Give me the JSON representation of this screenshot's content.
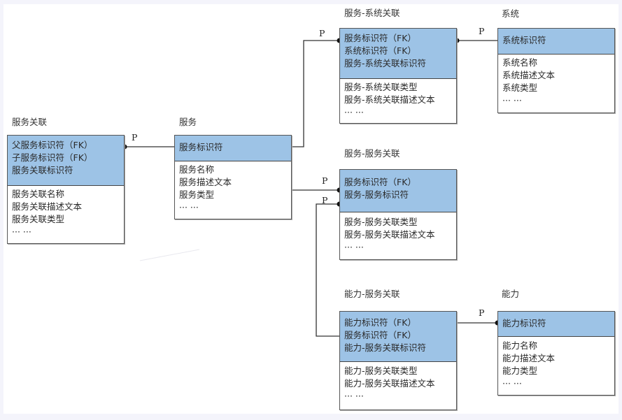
{
  "diagram": {
    "relationship_label": "P",
    "colors": {
      "key_header": "#9dc3e6",
      "border": "#555555",
      "line": "#333333"
    },
    "entities": [
      {
        "id": "service-association",
        "title": "服务关联",
        "keys": [
          "父服务标识符（FK）",
          "子服务标识符（FK）",
          "服务关联标识符"
        ],
        "attributes": [
          "服务关联名称",
          "服务关联描述文本",
          "服务关联类型",
          "··· ···"
        ]
      },
      {
        "id": "service",
        "title": "服务",
        "keys": [
          "服务标识符"
        ],
        "attributes": [
          "服务名称",
          "服务描述文本",
          "服务类型",
          "··· ···"
        ]
      },
      {
        "id": "service-system-association",
        "title": "服务-系统关联",
        "keys": [
          "服务标识符（FK）",
          "系统标识符（FK）",
          "服务-系统关联标识符"
        ],
        "attributes": [
          "服务-系统关联类型",
          "服务-系统关联描述文本",
          "··· ···"
        ]
      },
      {
        "id": "system",
        "title": "系统",
        "keys": [
          "系统标识符"
        ],
        "attributes": [
          "系统名称",
          "系统描述文本",
          "系统类型",
          "··· ···"
        ]
      },
      {
        "id": "service-service-association",
        "title": "服务-服务关联",
        "keys": [
          "服务标识符（FK）",
          "服务-服务标识符"
        ],
        "attributes": [
          "服务-服务关联类型",
          "服务-服务关联描述文本",
          "··· ···"
        ]
      },
      {
        "id": "capability-service-association",
        "title": "能力-服务关联",
        "keys": [
          "能力标识符（FK）",
          "服务标识符（FK）",
          "能力-服务关联标识符"
        ],
        "attributes": [
          "能力-服务关联类型",
          "能力-服务关联描述文本",
          "··· ···"
        ]
      },
      {
        "id": "capability",
        "title": "能力",
        "keys": [
          "能力标识符"
        ],
        "attributes": [
          "能力名称",
          "能力描述文本",
          "能力类型",
          "··· ···"
        ]
      }
    ],
    "relationships": [
      {
        "from": "service-association",
        "to": "service",
        "label": "P"
      },
      {
        "from": "service",
        "to": "service-system-association",
        "label": "P"
      },
      {
        "from": "service-system-association",
        "to": "system",
        "label": "P"
      },
      {
        "from": "service",
        "to": "service-service-association",
        "label": "P"
      },
      {
        "from": "service-service-association",
        "to": "capability-service-association",
        "label": "P"
      },
      {
        "from": "capability-service-association",
        "to": "capability",
        "label": "P"
      }
    ]
  }
}
